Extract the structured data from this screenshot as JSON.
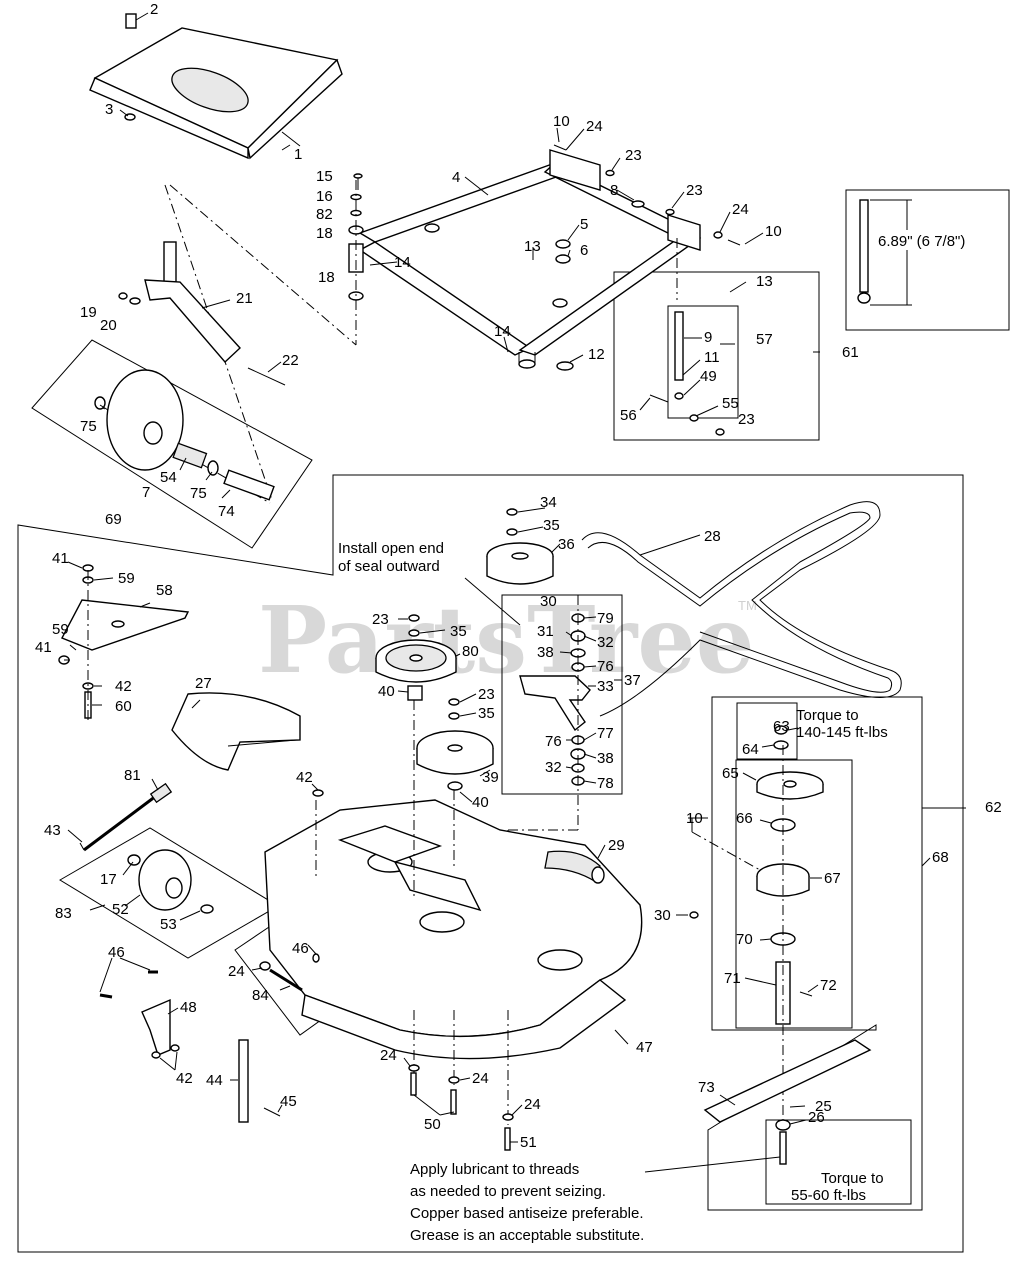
{
  "watermark": {
    "text": "PartsTree",
    "tm": "TM"
  },
  "callouts": [
    {
      "id": "c-2",
      "text": "2"
    },
    {
      "id": "c-1",
      "text": "1"
    },
    {
      "id": "c-3",
      "text": "3"
    },
    {
      "id": "c-10a",
      "text": "10"
    },
    {
      "id": "c-24a",
      "text": "24"
    },
    {
      "id": "c-23a",
      "text": "23"
    },
    {
      "id": "c-4",
      "text": "4"
    },
    {
      "id": "c-15",
      "text": "15"
    },
    {
      "id": "c-16",
      "text": "16"
    },
    {
      "id": "c-82",
      "text": "82"
    },
    {
      "id": "c-18a",
      "text": "18"
    },
    {
      "id": "c-8",
      "text": "8"
    },
    {
      "id": "c-23b",
      "text": "23"
    },
    {
      "id": "c-24b",
      "text": "24"
    },
    {
      "id": "c-10b",
      "text": "10"
    },
    {
      "id": "c-5",
      "text": "5"
    },
    {
      "id": "c-13a",
      "text": "13"
    },
    {
      "id": "c-6",
      "text": "6"
    },
    {
      "id": "c-14a",
      "text": "14"
    },
    {
      "id": "c-18b",
      "text": "18"
    },
    {
      "id": "c-21",
      "text": "21"
    },
    {
      "id": "c-19",
      "text": "19"
    },
    {
      "id": "c-20",
      "text": "20"
    },
    {
      "id": "c-13b",
      "text": "13"
    },
    {
      "id": "c-9",
      "text": "9"
    },
    {
      "id": "c-57",
      "text": "57"
    },
    {
      "id": "c-61",
      "text": "61"
    },
    {
      "id": "c-14b",
      "text": "14"
    },
    {
      "id": "c-12",
      "text": "12"
    },
    {
      "id": "c-11",
      "text": "11"
    },
    {
      "id": "c-49",
      "text": "49"
    },
    {
      "id": "c-22",
      "text": "22"
    },
    {
      "id": "c-56",
      "text": "56"
    },
    {
      "id": "c-55",
      "text": "55"
    },
    {
      "id": "c-23c",
      "text": "23"
    },
    {
      "id": "c-75a",
      "text": "75"
    },
    {
      "id": "c-54",
      "text": "54"
    },
    {
      "id": "c-7",
      "text": "7"
    },
    {
      "id": "c-75b",
      "text": "75"
    },
    {
      "id": "c-74",
      "text": "74"
    },
    {
      "id": "c-69",
      "text": "69"
    },
    {
      "id": "c-34",
      "text": "34"
    },
    {
      "id": "c-35a",
      "text": "35"
    },
    {
      "id": "c-36",
      "text": "36"
    },
    {
      "id": "c-28",
      "text": "28"
    },
    {
      "id": "c-41a",
      "text": "41"
    },
    {
      "id": "c-59a",
      "text": "59"
    },
    {
      "id": "c-58",
      "text": "58"
    },
    {
      "id": "c-59b",
      "text": "59"
    },
    {
      "id": "c-41b",
      "text": "41"
    },
    {
      "id": "c-42a",
      "text": "42"
    },
    {
      "id": "c-60",
      "text": "60"
    },
    {
      "id": "c-30a",
      "text": "30"
    },
    {
      "id": "c-79",
      "text": "79"
    },
    {
      "id": "c-23d",
      "text": "23"
    },
    {
      "id": "c-35b",
      "text": "35"
    },
    {
      "id": "c-31",
      "text": "31"
    },
    {
      "id": "c-32a",
      "text": "32"
    },
    {
      "id": "c-80",
      "text": "80"
    },
    {
      "id": "c-38a",
      "text": "38"
    },
    {
      "id": "c-76a",
      "text": "76"
    },
    {
      "id": "c-27",
      "text": "27"
    },
    {
      "id": "c-40a",
      "text": "40"
    },
    {
      "id": "c-33",
      "text": "33"
    },
    {
      "id": "c-37",
      "text": "37"
    },
    {
      "id": "c-23e",
      "text": "23"
    },
    {
      "id": "c-35c",
      "text": "35"
    },
    {
      "id": "c-77",
      "text": "77"
    },
    {
      "id": "c-76b",
      "text": "76"
    },
    {
      "id": "c-38b",
      "text": "38"
    },
    {
      "id": "c-32b",
      "text": "32"
    },
    {
      "id": "c-78",
      "text": "78"
    },
    {
      "id": "c-39",
      "text": "39"
    },
    {
      "id": "c-40b",
      "text": "40"
    },
    {
      "id": "c-42b",
      "text": "42"
    },
    {
      "id": "c-81",
      "text": "81"
    },
    {
      "id": "c-43",
      "text": "43"
    },
    {
      "id": "c-63",
      "text": "63"
    },
    {
      "id": "c-64",
      "text": "64"
    },
    {
      "id": "c-65",
      "text": "65"
    },
    {
      "id": "c-62",
      "text": "62"
    },
    {
      "id": "c-10c",
      "text": "10"
    },
    {
      "id": "c-66",
      "text": "66"
    },
    {
      "id": "c-29",
      "text": "29"
    },
    {
      "id": "c-68",
      "text": "68"
    },
    {
      "id": "c-17",
      "text": "17"
    },
    {
      "id": "c-67",
      "text": "67"
    },
    {
      "id": "c-52",
      "text": "52"
    },
    {
      "id": "c-83",
      "text": "83"
    },
    {
      "id": "c-53",
      "text": "53"
    },
    {
      "id": "c-30b",
      "text": "30"
    },
    {
      "id": "c-70",
      "text": "70"
    },
    {
      "id": "c-46a",
      "text": "46"
    },
    {
      "id": "c-46b",
      "text": "46"
    },
    {
      "id": "c-24c",
      "text": "24"
    },
    {
      "id": "c-84",
      "text": "84"
    },
    {
      "id": "c-71",
      "text": "71"
    },
    {
      "id": "c-72",
      "text": "72"
    },
    {
      "id": "c-48",
      "text": "48"
    },
    {
      "id": "c-47",
      "text": "47"
    },
    {
      "id": "c-42c",
      "text": "42"
    },
    {
      "id": "c-24d",
      "text": "24"
    },
    {
      "id": "c-44",
      "text": "44"
    },
    {
      "id": "c-24e",
      "text": "24"
    },
    {
      "id": "c-73",
      "text": "73"
    },
    {
      "id": "c-45",
      "text": "45"
    },
    {
      "id": "c-24f",
      "text": "24"
    },
    {
      "id": "c-26",
      "text": "26"
    },
    {
      "id": "c-50",
      "text": "50"
    },
    {
      "id": "c-51",
      "text": "51"
    },
    {
      "id": "c-25",
      "text": "25"
    }
  ],
  "notes": {
    "seal_1": "Install open end",
    "seal_2": "of seal outward",
    "torque_top_1": "Torque to",
    "torque_top_2": "140-145 ft-lbs",
    "torque_bottom_1": "Torque to",
    "torque_bottom_2": "55-60 ft-lbs",
    "dimension": "6.89\" (6 7/8\")",
    "lube_1": "Apply lubricant to threads",
    "lube_2": "as needed to prevent seizing.",
    "lube_3": "Copper based antiseize preferable.",
    "lube_4": "Grease is an acceptable substitute."
  }
}
